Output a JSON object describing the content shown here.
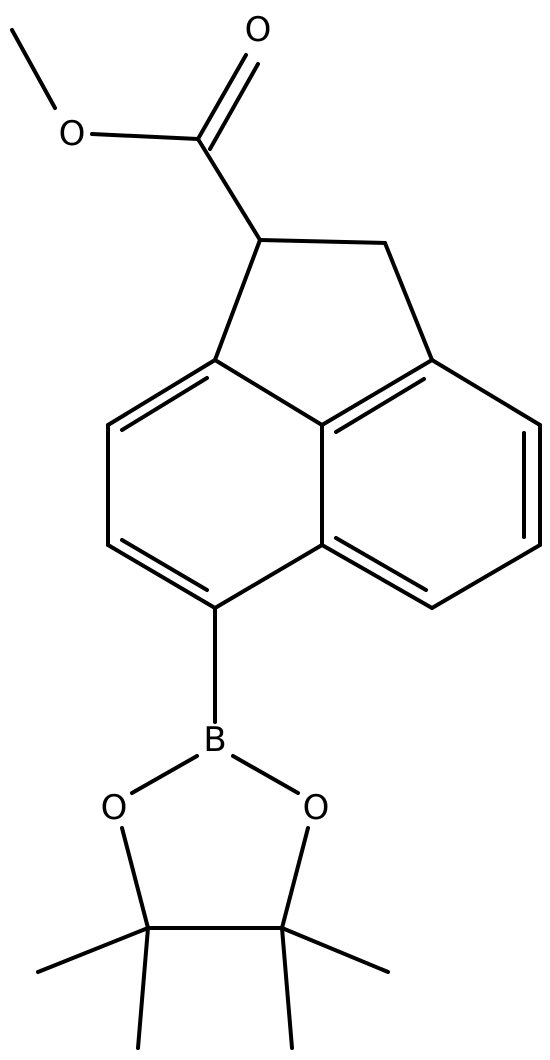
{
  "atoms": {
    "carbonyl_oxygen": "O",
    "ester_oxygen": "O",
    "boron": "B",
    "ring_oxygen_left": "O",
    "ring_oxygen_right": "O"
  },
  "colors": {
    "bond": "#000000",
    "background": "#ffffff"
  }
}
